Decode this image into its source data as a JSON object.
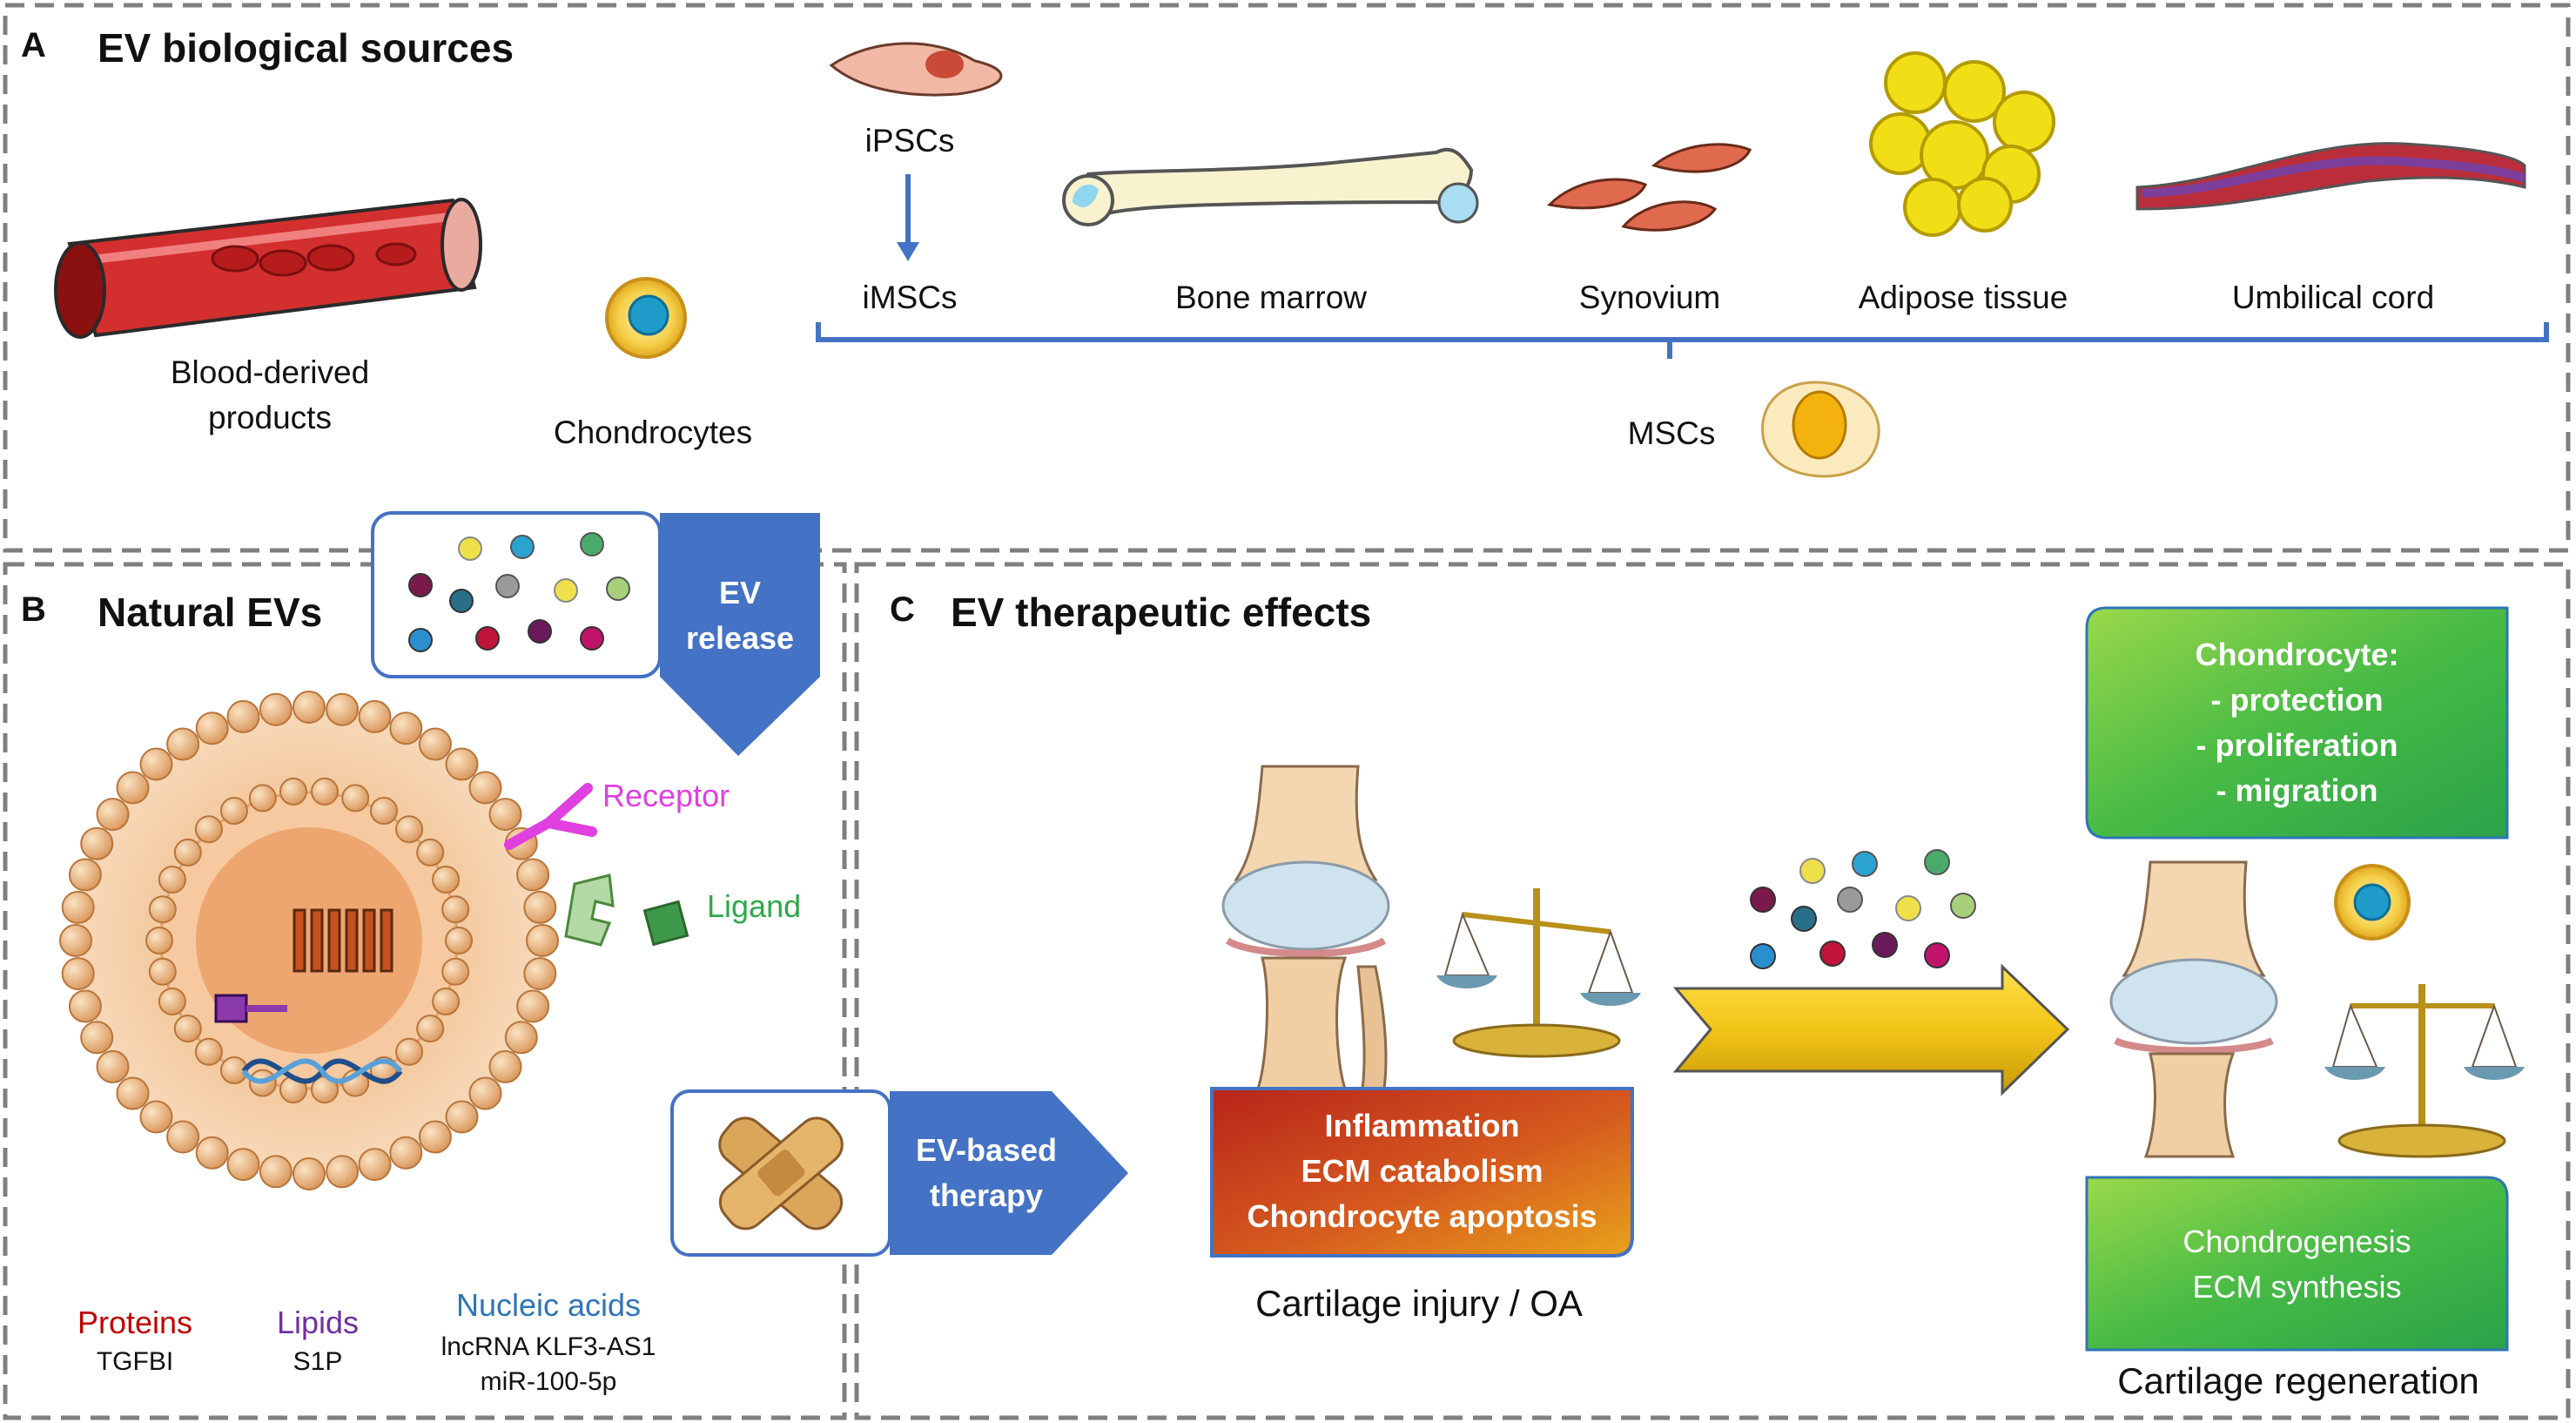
{
  "panel_a": {
    "letter": "A",
    "title": "EV biological sources",
    "blood": "Blood-derived\nproducts",
    "chondrocytes": "Chondrocytes",
    "ipscs": "iPSCs",
    "imscs": "iMSCs",
    "bone_marrow": "Bone marrow",
    "synovium": "Synovium",
    "adipose": "Adipose tissue",
    "umbilical": "Umbilical cord",
    "mscs": "MSCs"
  },
  "panel_b": {
    "letter": "B",
    "title": "Natural EVs",
    "ev_release": "EV\nrelease",
    "receptor": "Receptor",
    "ligand": "Ligand",
    "proteins": "Proteins",
    "proteins_sub": "TGFBI",
    "lipids": "Lipids",
    "lipids_sub": "S1P",
    "nucleic": "Nucleic acids",
    "nucleic_sub": "lncRNA KLF3-AS1\nmiR-100-5p",
    "therapy": "EV-based\ntherapy"
  },
  "panel_c": {
    "letter": "C",
    "title": "EV therapeutic effects",
    "injury_box": "Inflammation\nECM catabolism\nChondrocyte apoptosis",
    "injury_caption": "Cartilage injury / OA",
    "chondro_box": "Chondrocyte:\n- protection\n- proliferation\n- migration",
    "regen_box": "Chondrogenesis\nECM synthesis",
    "regen_caption": "Cartilage regeneration"
  },
  "colors": {
    "blue": "#4472c4",
    "proteins": "#c00000",
    "lipids": "#7030a0",
    "nucleic": "#2e75b6",
    "receptor": "#e040e0",
    "ligand": "#2ea84a",
    "green_box": "#3db84a",
    "red_box": "#d0401c"
  }
}
